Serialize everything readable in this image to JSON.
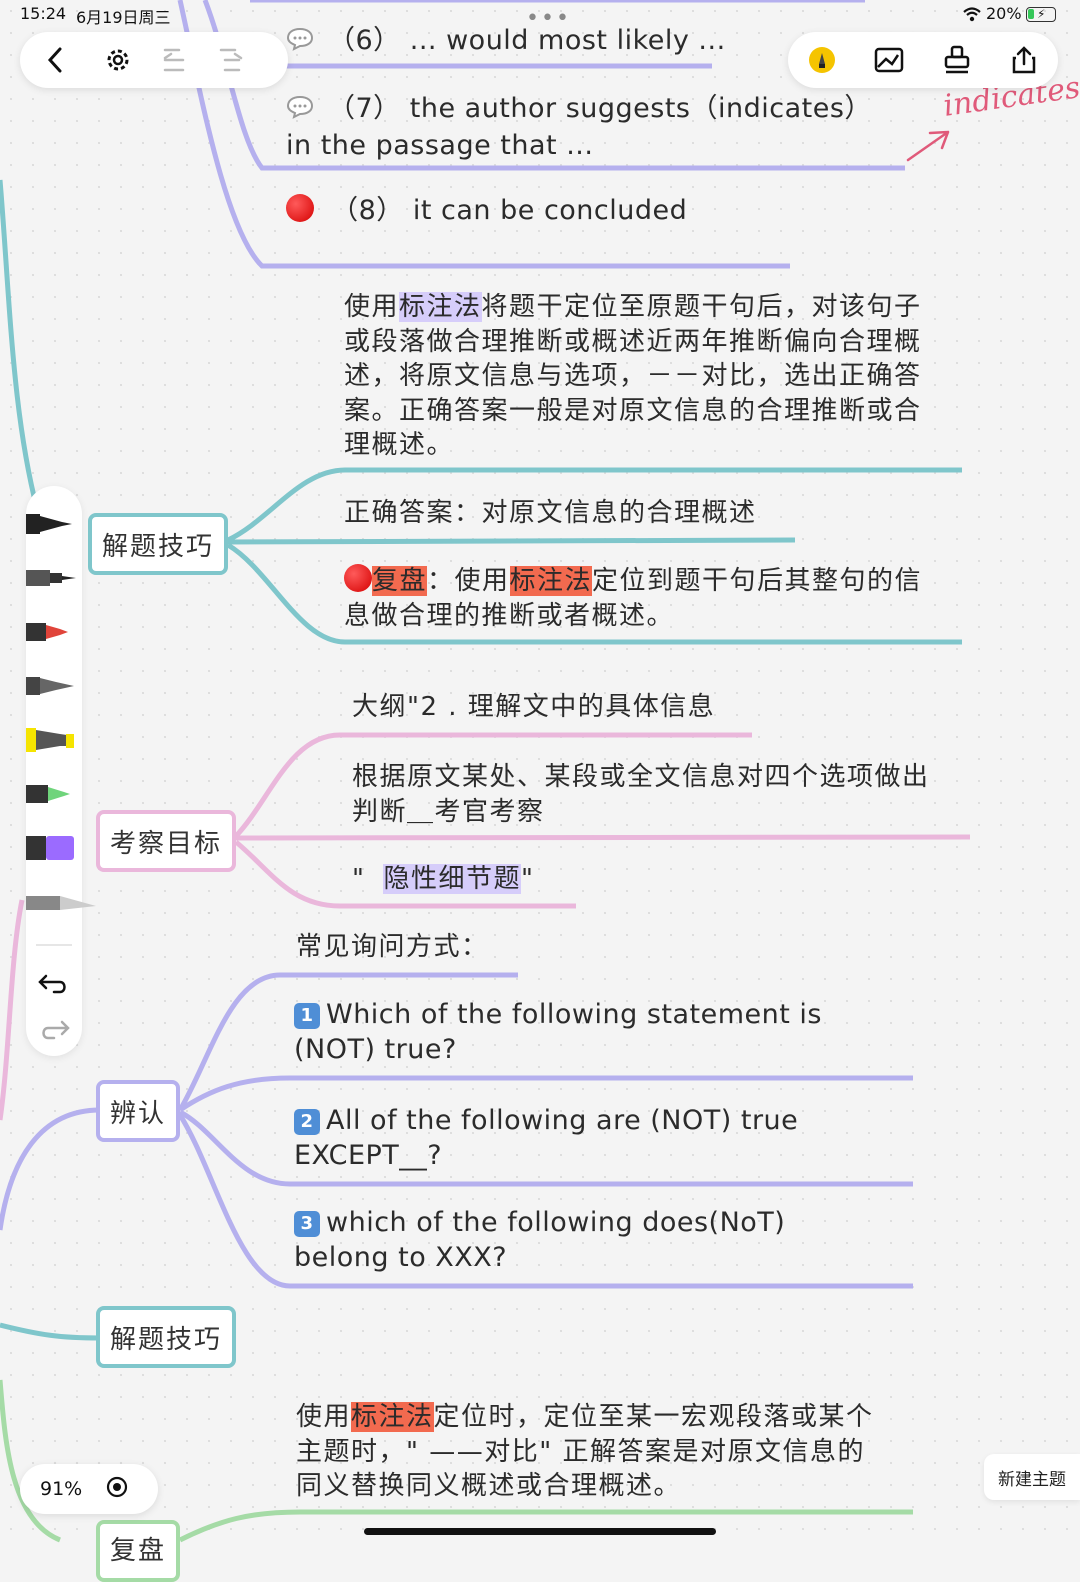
{
  "status_bar": {
    "time": "15:24",
    "date": "6月19日周三",
    "battery": "20%"
  },
  "toolbar_left": {
    "icons": [
      "chevron-left-icon",
      "gear-icon",
      "outdent-icon",
      "indent-icon"
    ]
  },
  "toolbar_right": {
    "icons": [
      "pen-icon",
      "image-icon",
      "stamp-icon",
      "share-icon"
    ]
  },
  "handwriting": "indicates",
  "colors": {
    "teal": "#7fc6cb",
    "pink": "#eab7db",
    "lavender": "#b5b0ee",
    "green": "#a5dba6",
    "highlight_purple": "#d6cdfa",
    "highlight_red": "#f26a4f"
  },
  "top_items": {
    "item6": "（6） ... would most likely ...",
    "item7_line1": "（7） the author suggests（indicates）",
    "item7_line2": "in the passage that ...",
    "item8": "（8） it can be concluded"
  },
  "section1": {
    "para_prefix": "使用",
    "para_highlight": "标注法",
    "para_rest": "将题干定位至原题干句后，对该句子或段落做合理推断或概述近两年推断偏向合理概述，将原文信息与选项，－－对比，选出正确答案。正确答案一般是对原文信息的合理推断或合理概述。",
    "correct_answer": "正确答案：对原文信息的合理概述",
    "review_label": "复盘",
    "review_mid": "：使用",
    "review_highlight": "标注法",
    "review_rest": "定位到题干句后其整句的信息做合理的推断或者概述。"
  },
  "section2": {
    "outline": "大纲\"2 . 理解文中的具体信息",
    "judge": "根据原文某处、某段或全文信息对四个选项做出判断＿考官考察",
    "implicit_open": "\"",
    "implicit": "隐性细节题",
    "implicit_close": "\""
  },
  "section3": {
    "common_ask": "常见询问方式：",
    "q1_num": "1",
    "q1_line1": "Which of the following statement is",
    "q1_line2": "(NOT) true?",
    "q2_num": "2",
    "q2_line1": "All of the following are (NOT) true",
    "q2_line2": "EXCEPT__?",
    "q3_num": "3",
    "q3_line1": "which of the following does(NoT)",
    "q3_line2": "belong to XXX?"
  },
  "section4": {
    "para_prefix": "使用",
    "para_highlight": "标注法",
    "para_rest": "定位时，定位至某一宏观段落或某个主题时，\" ——对比\" 正解答案是对原文信息的同义替换同义概述或合理概述。"
  },
  "nodes": {
    "skills1": "解题技巧",
    "goal": "考察目标",
    "identify": "辨认",
    "skills2": "解题技巧",
    "bottom_partial": "复盘"
  },
  "zoom": "91%",
  "new_topic": "新建主题"
}
